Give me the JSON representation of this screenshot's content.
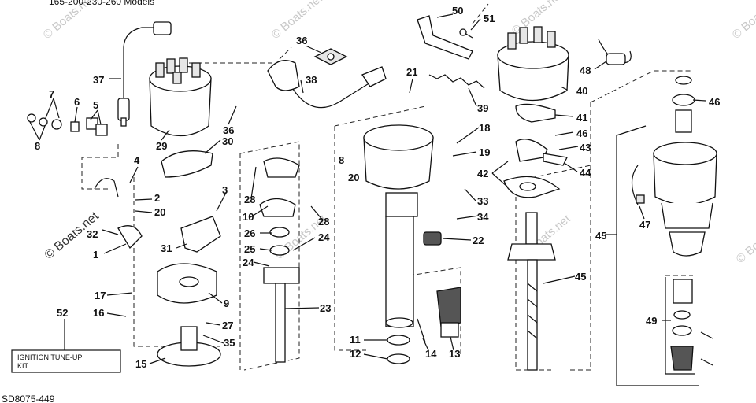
{
  "header_text": "165-200-230-260 Models",
  "footer_code": "SD8075-449",
  "watermark": "© Boats.net",
  "kit_box": {
    "number": "52",
    "line1": "IGNITION TUNE-UP",
    "line2": "KIT"
  },
  "callouts": [
    {
      "id": "c50",
      "text": "50"
    },
    {
      "id": "c51",
      "text": "51"
    },
    {
      "id": "c36a",
      "text": "36"
    },
    {
      "id": "c37",
      "text": "37"
    },
    {
      "id": "c38",
      "text": "38"
    },
    {
      "id": "c21",
      "text": "21"
    },
    {
      "id": "c39",
      "text": "39"
    },
    {
      "id": "c48",
      "text": "48"
    },
    {
      "id": "c40",
      "text": "40"
    },
    {
      "id": "c46a",
      "text": "46"
    },
    {
      "id": "c7",
      "text": "7"
    },
    {
      "id": "c6",
      "text": "6"
    },
    {
      "id": "c5",
      "text": "5"
    },
    {
      "id": "c8a",
      "text": "8"
    },
    {
      "id": "c29",
      "text": "29"
    },
    {
      "id": "c36b",
      "text": "36"
    },
    {
      "id": "c30",
      "text": "30"
    },
    {
      "id": "c41",
      "text": "41"
    },
    {
      "id": "c18",
      "text": "18"
    },
    {
      "id": "c46b",
      "text": "46"
    },
    {
      "id": "c43",
      "text": "43"
    },
    {
      "id": "c19",
      "text": "19"
    },
    {
      "id": "c42",
      "text": "42"
    },
    {
      "id": "c44",
      "text": "44"
    },
    {
      "id": "c4",
      "text": "4"
    },
    {
      "id": "c8b",
      "text": "8"
    },
    {
      "id": "c20a",
      "text": "20"
    },
    {
      "id": "c3",
      "text": "3"
    },
    {
      "id": "c2",
      "text": "2"
    },
    {
      "id": "c20b",
      "text": "20"
    },
    {
      "id": "c28a",
      "text": "28"
    },
    {
      "id": "c10",
      "text": "10"
    },
    {
      "id": "c28b",
      "text": "28"
    },
    {
      "id": "c33",
      "text": "33"
    },
    {
      "id": "c34",
      "text": "34"
    },
    {
      "id": "c47",
      "text": "47"
    },
    {
      "id": "c32",
      "text": "32"
    },
    {
      "id": "c31",
      "text": "31"
    },
    {
      "id": "c26",
      "text": "26"
    },
    {
      "id": "c24a",
      "text": "24"
    },
    {
      "id": "c25",
      "text": "25"
    },
    {
      "id": "c24b",
      "text": "24"
    },
    {
      "id": "c22",
      "text": "22"
    },
    {
      "id": "c45a",
      "text": "45"
    },
    {
      "id": "c1",
      "text": "1"
    },
    {
      "id": "c9",
      "text": "9"
    },
    {
      "id": "c45b",
      "text": "45"
    },
    {
      "id": "c17",
      "text": "17"
    },
    {
      "id": "c23",
      "text": "23"
    },
    {
      "id": "c16",
      "text": "16"
    },
    {
      "id": "c49",
      "text": "49"
    },
    {
      "id": "c27",
      "text": "27"
    },
    {
      "id": "c35",
      "text": "35"
    },
    {
      "id": "c11",
      "text": "11"
    },
    {
      "id": "c14",
      "text": "14"
    },
    {
      "id": "c12",
      "text": "12"
    },
    {
      "id": "c13",
      "text": "13"
    },
    {
      "id": "c15",
      "text": "15"
    }
  ]
}
